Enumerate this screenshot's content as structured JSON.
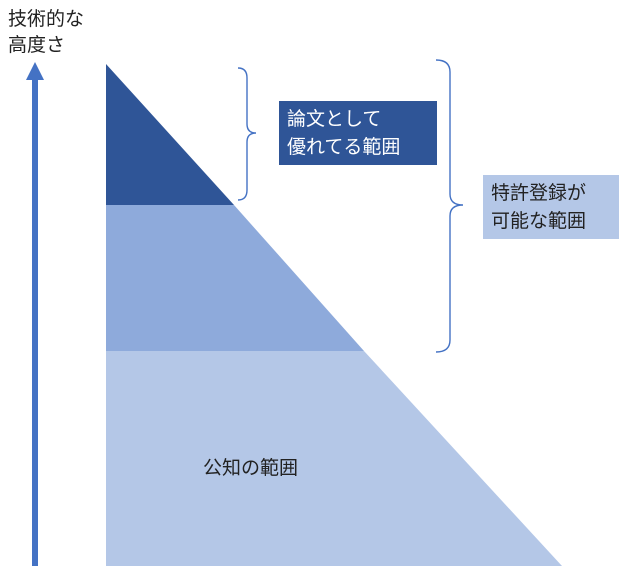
{
  "axis": {
    "title_line1": "技術的な",
    "title_line2": "高度さ"
  },
  "regions": {
    "paper": {
      "label_line1": "論文として",
      "label_line2": "優れてる範囲",
      "fill": "#2f5597",
      "text_color": "#ffffff"
    },
    "patent_band": {
      "fill": "#8eaadb"
    },
    "public": {
      "label": "公知の範囲",
      "fill": "#b4c7e7"
    }
  },
  "brackets": {
    "patent": {
      "label_line1": "特許登録が",
      "label_line2": "可能な範囲",
      "box_fill": "#b4c7e7",
      "text_color": "#222222"
    }
  },
  "colors": {
    "arrow": "#4472c4",
    "bracket": "#4472c4"
  }
}
